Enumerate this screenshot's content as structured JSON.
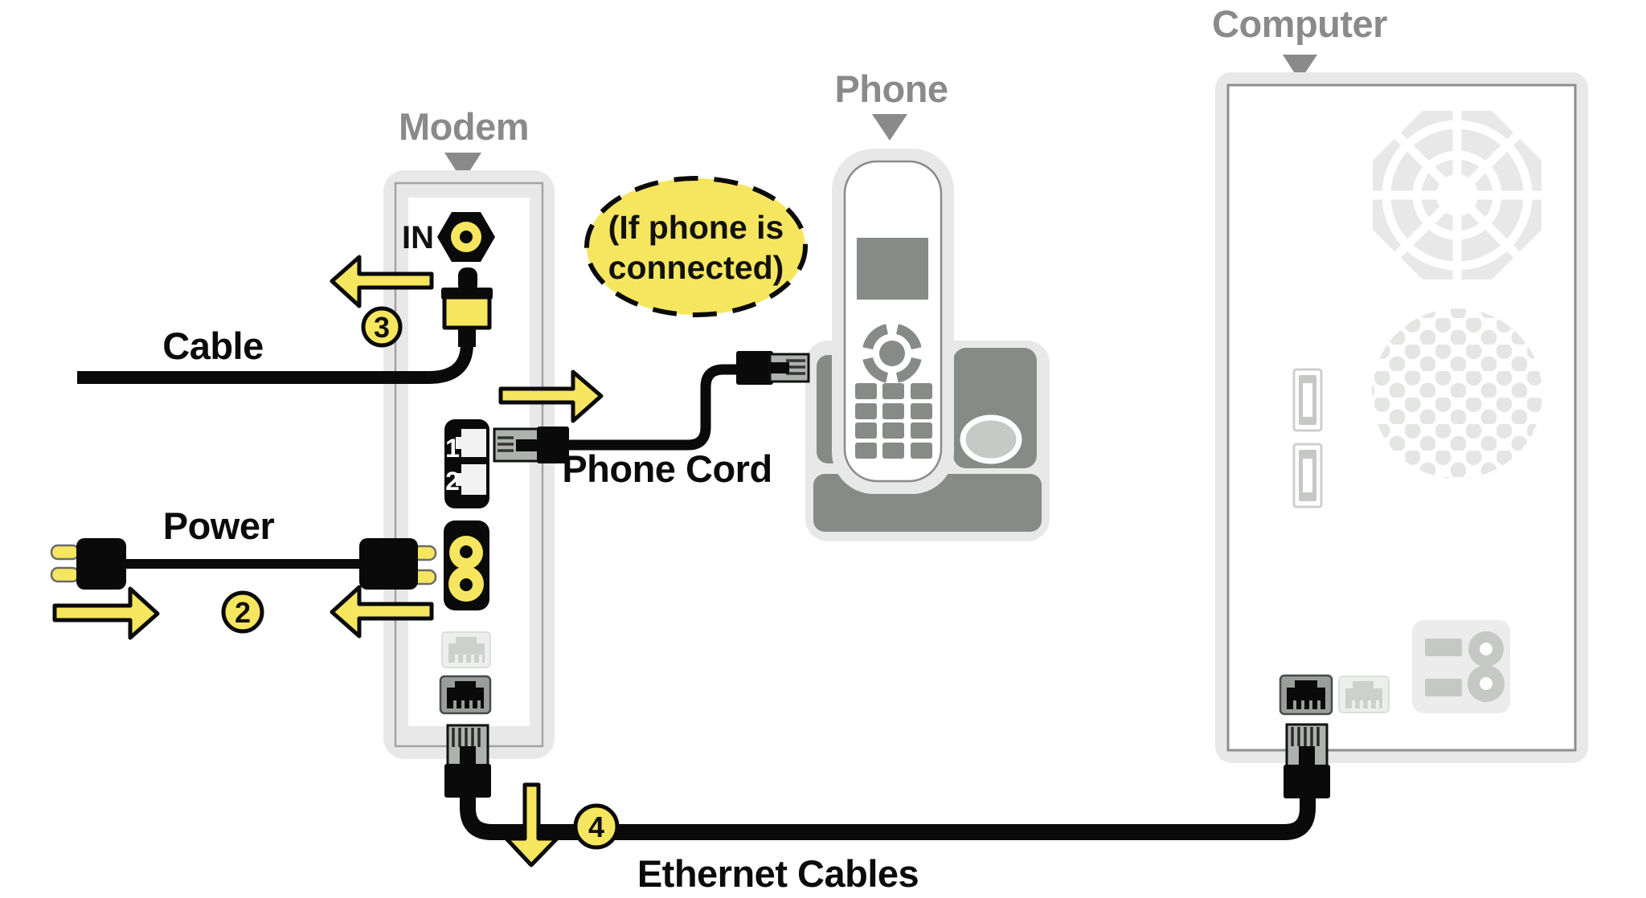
{
  "labels": {
    "modem": "Modem",
    "phone": "Phone",
    "computer": "Computer",
    "cable": "Cable",
    "power": "Power",
    "phone_cord": "Phone Cord",
    "ethernet_cables": "Ethernet Cables",
    "coax_in": "IN"
  },
  "note": {
    "line1": "(If phone is",
    "line2": "connected)"
  },
  "modem": {
    "phone_port_1": "1",
    "phone_port_2": "2"
  },
  "steps": {
    "power": "2",
    "coax": "3",
    "ethernet": "4"
  },
  "colors": {
    "accent_yellow": "#F6E65F",
    "label_gray": "#8A8A8A",
    "device_gray": "#878B87",
    "frame_gray": "#E8E8E9",
    "panel_line": "#A3A3A3",
    "vent_gray": "#E7E8E7",
    "socket_gray": "#C5C8C5",
    "contact_gray": "#AEB2AE",
    "faded_gray": "#CDD1CD",
    "faded_bg": "#EDEFED"
  }
}
